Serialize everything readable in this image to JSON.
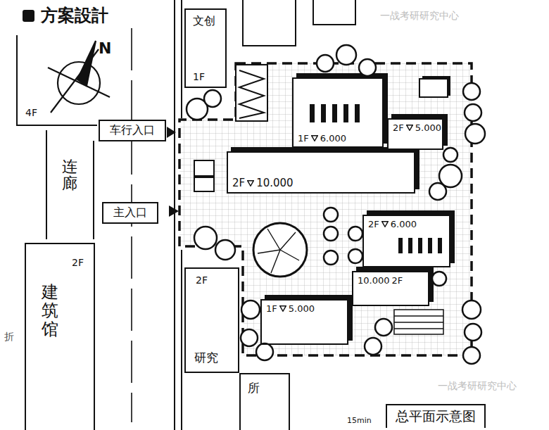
{
  "diagram": {
    "title": "方案設計",
    "caption": "总平面示意图",
    "nodes": [
      {
        "text": [
          "文创",
          "1F"
        ]
      },
      {
        "text": [
          "车行入口"
        ]
      },
      {
        "text": [
          "主入口"
        ]
      },
      {
        "text": [
          "1F",
          "6.000"
        ]
      },
      {
        "text": [
          "2F",
          "5.000"
        ]
      },
      {
        "text": [
          "2F",
          "10.000"
        ]
      },
      {
        "text": [
          "2F",
          "6.000"
        ]
      },
      {
        "text": [
          "10.000",
          "2F"
        ]
      },
      {
        "text": [
          "1F",
          "5.000"
        ]
      },
      {
        "text": [
          "2F",
          "建筑馆"
        ]
      },
      {
        "text": [
          "2F",
          "研究"
        ]
      },
      {
        "text": [
          "所"
        ]
      }
    ],
    "labels": [
      "N",
      "4F",
      "连廊",
      "15min",
      "折",
      "一战考研研究中心",
      "一战考研研究中心"
    ]
  }
}
